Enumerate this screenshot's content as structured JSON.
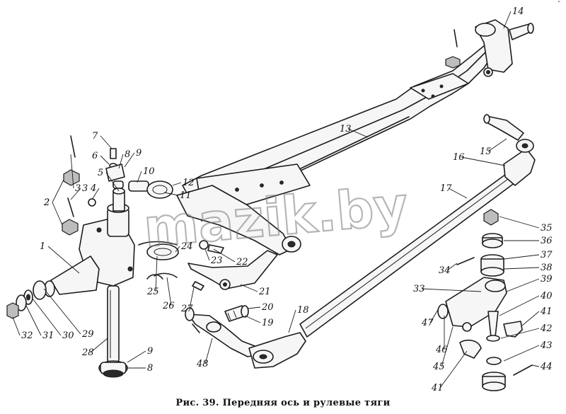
{
  "caption": "Рис. 39. Передняя ось и рулевые тяги",
  "watermark": "mazik.by",
  "corner_mark": "\"",
  "callouts": [
    {
      "id": "1",
      "label": "1"
    },
    {
      "id": "2a",
      "label": "2"
    },
    {
      "id": "2b",
      "label": "2"
    },
    {
      "id": "3a",
      "label": "3"
    },
    {
      "id": "3b",
      "label": "3"
    },
    {
      "id": "4",
      "label": "4"
    },
    {
      "id": "5",
      "label": "5"
    },
    {
      "id": "6",
      "label": "6"
    },
    {
      "id": "7",
      "label": "7"
    },
    {
      "id": "8a",
      "label": "8"
    },
    {
      "id": "8b",
      "label": "8"
    },
    {
      "id": "9a",
      "label": "9"
    },
    {
      "id": "9b",
      "label": "9"
    },
    {
      "id": "10",
      "label": "10"
    },
    {
      "id": "11",
      "label": "11"
    },
    {
      "id": "12",
      "label": "12"
    },
    {
      "id": "13",
      "label": "13"
    },
    {
      "id": "14",
      "label": "14"
    },
    {
      "id": "15",
      "label": "15"
    },
    {
      "id": "16",
      "label": "16"
    },
    {
      "id": "17",
      "label": "17"
    },
    {
      "id": "18",
      "label": "18"
    },
    {
      "id": "19",
      "label": "19"
    },
    {
      "id": "20",
      "label": "20"
    },
    {
      "id": "21",
      "label": "21"
    },
    {
      "id": "22",
      "label": "22"
    },
    {
      "id": "23",
      "label": "23"
    },
    {
      "id": "24",
      "label": "24"
    },
    {
      "id": "25",
      "label": "25"
    },
    {
      "id": "26",
      "label": "26"
    },
    {
      "id": "27",
      "label": "27"
    },
    {
      "id": "28",
      "label": "28"
    },
    {
      "id": "29",
      "label": "29"
    },
    {
      "id": "30",
      "label": "30"
    },
    {
      "id": "31",
      "label": "31"
    },
    {
      "id": "32",
      "label": "32"
    },
    {
      "id": "33",
      "label": "33"
    },
    {
      "id": "34",
      "label": "34"
    },
    {
      "id": "35",
      "label": "35"
    },
    {
      "id": "36",
      "label": "36"
    },
    {
      "id": "37",
      "label": "37"
    },
    {
      "id": "38",
      "label": "38"
    },
    {
      "id": "39",
      "label": "39"
    },
    {
      "id": "40",
      "label": "40"
    },
    {
      "id": "41a",
      "label": "41"
    },
    {
      "id": "41b",
      "label": "41"
    },
    {
      "id": "42",
      "label": "42"
    },
    {
      "id": "43",
      "label": "43"
    },
    {
      "id": "44",
      "label": "44"
    },
    {
      "id": "45",
      "label": "45"
    },
    {
      "id": "46",
      "label": "46"
    },
    {
      "id": "47",
      "label": "47"
    },
    {
      "id": "48",
      "label": "48"
    }
  ]
}
